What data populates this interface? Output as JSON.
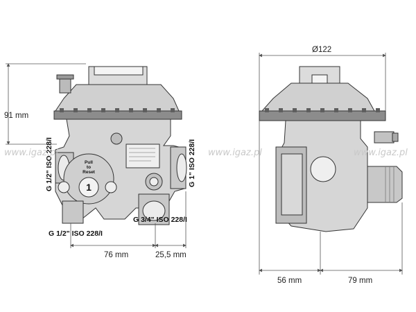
{
  "dimensions": {
    "height": "91 mm",
    "width_left": "76 mm",
    "offset_left": "25,5 mm",
    "diameter": "Ø122",
    "depth_front": "56 mm",
    "depth_back": "79 mm"
  },
  "threads": {
    "left_side": "G 1/2\" ISO 228/I",
    "bottom_left": "G 1/2\" ISO 228/I",
    "bottom_mid": "G 3/4\" ISO 228/I",
    "right_side": "G 1\" ISO 228/I"
  },
  "reset_label": {
    "line1": "Pull",
    "line2": "to",
    "line3": "Reset"
  },
  "watermark": {
    "text": "www.igaz.pl"
  },
  "colors": {
    "body_fill": "#d6d6d6",
    "body_stroke": "#333333",
    "dark_fill": "#9a9a9a",
    "dim_line": "#555555"
  }
}
